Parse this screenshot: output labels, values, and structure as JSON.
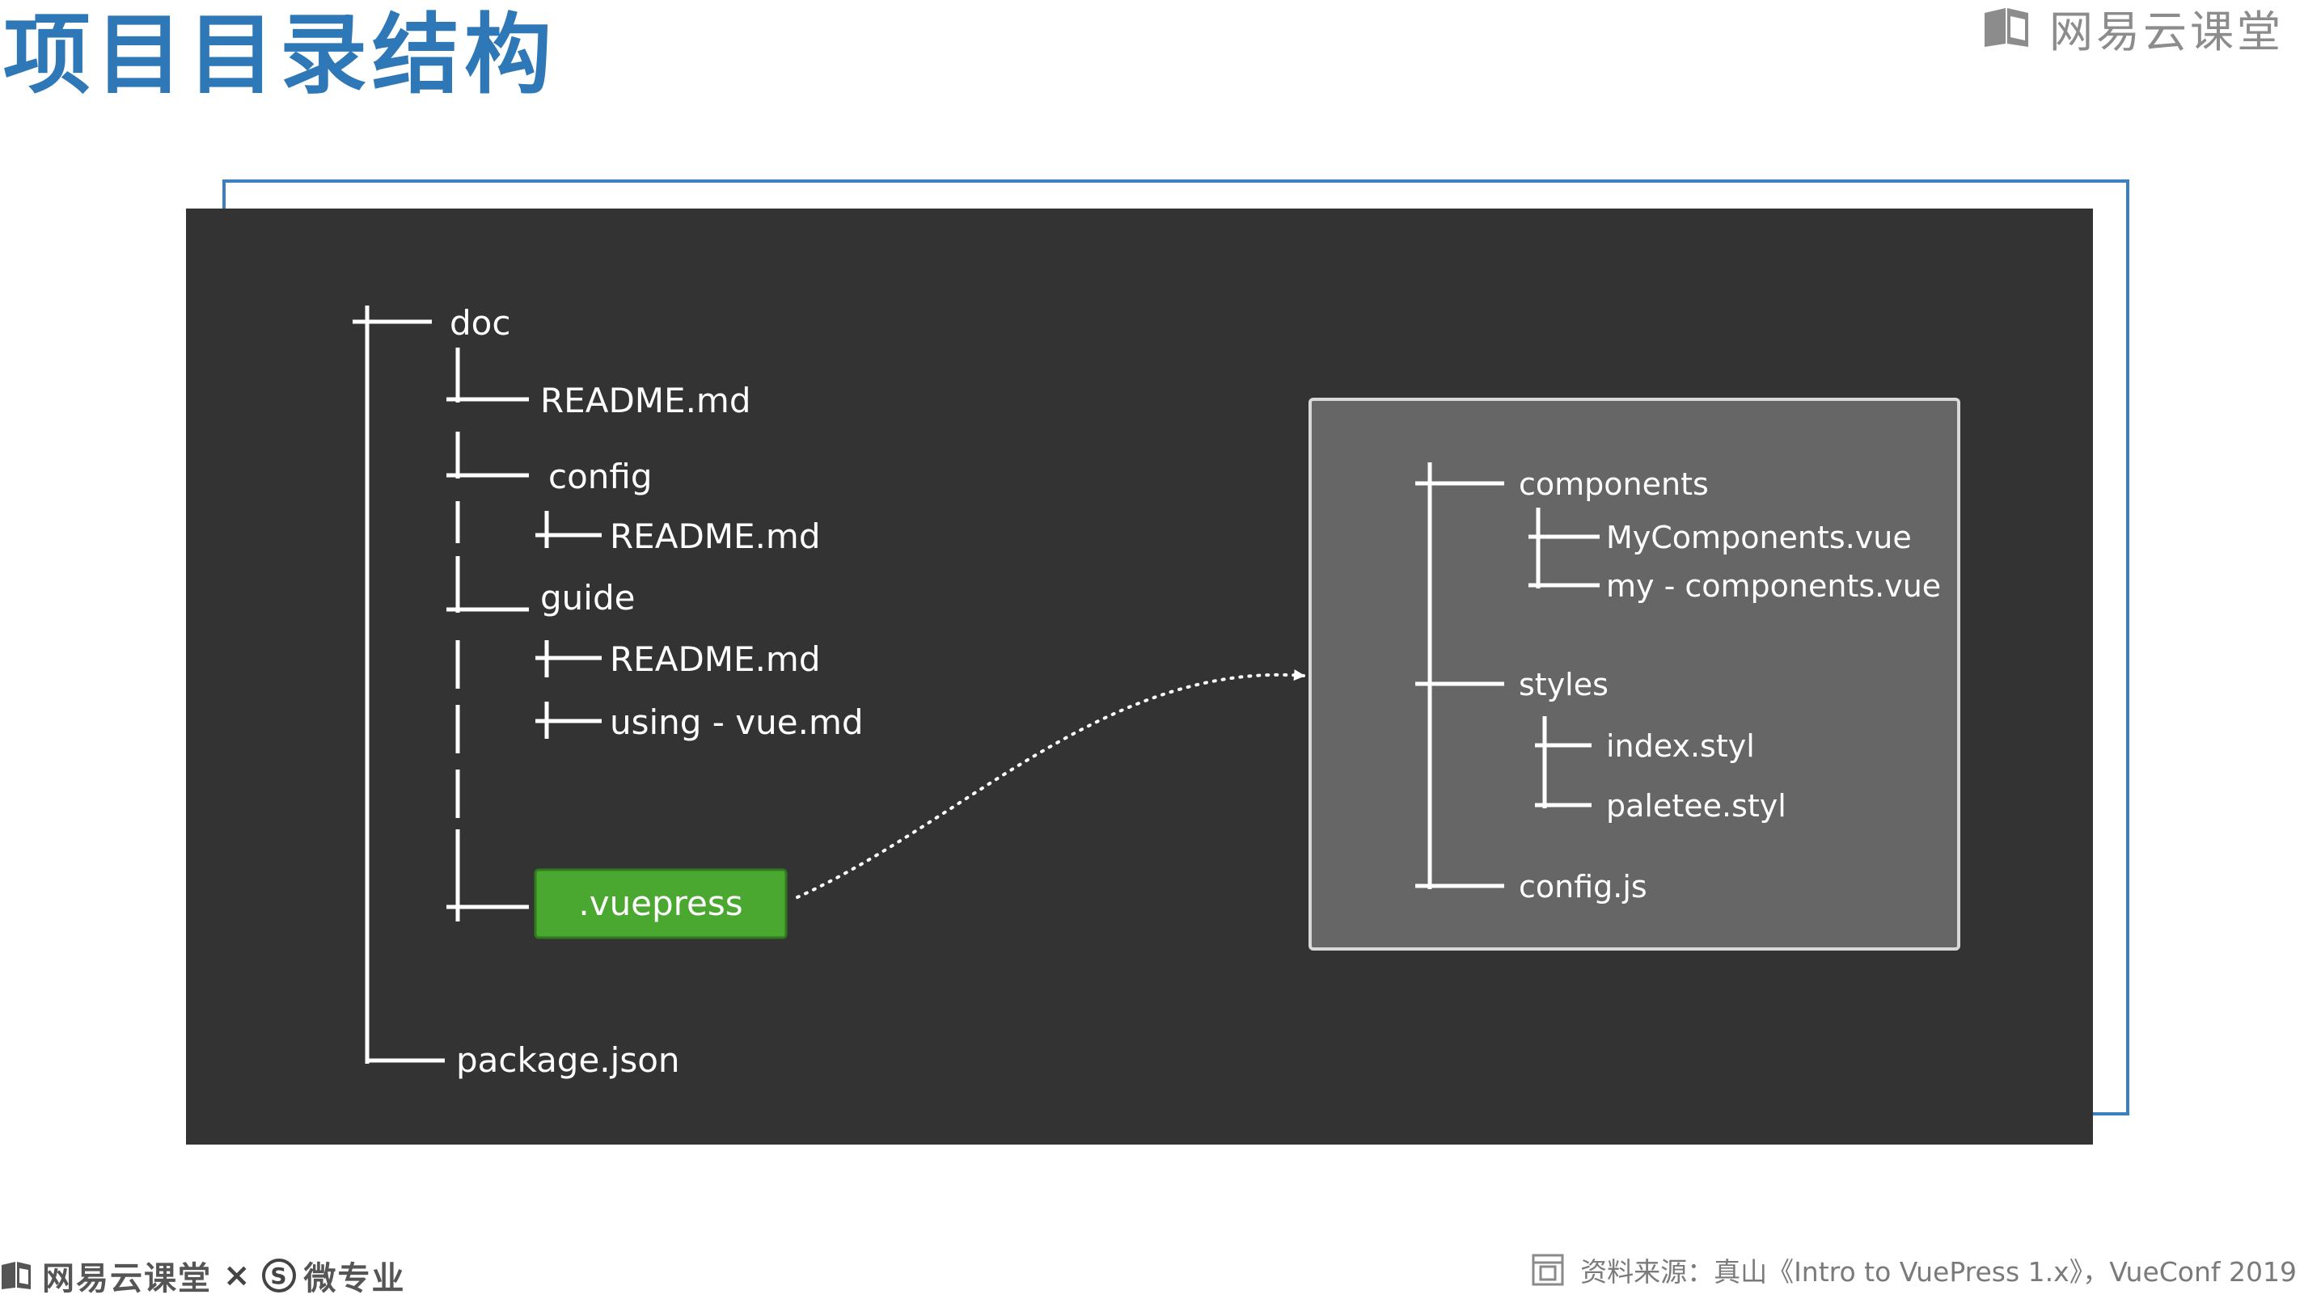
{
  "slide": {
    "title": "项目目录结构",
    "brand": "网易云课堂"
  },
  "tree": {
    "root": "doc",
    "items": [
      "README.md",
      "config",
      "README.md",
      "guide",
      "README.md",
      "using - vue.md",
      ".vuepress",
      "package.json"
    ]
  },
  "detail": {
    "items": [
      "components",
      "MyComponents.vue",
      "my - components.vue",
      "styles",
      "index.styl",
      "paletee.styl",
      "config.js"
    ]
  },
  "colors": {
    "title": "#2f78b8",
    "frame": "#3c7fc0",
    "slide_bg": "#333333",
    "detail_bg": "#666666",
    "highlight": "#4aa830"
  },
  "footer": {
    "brand": "网易云课堂",
    "cross": "×",
    "partner_mark": "S",
    "partner": "微专业",
    "source": "资料来源：真山《Intro to VuePress 1.x》，VueConf 2019"
  }
}
